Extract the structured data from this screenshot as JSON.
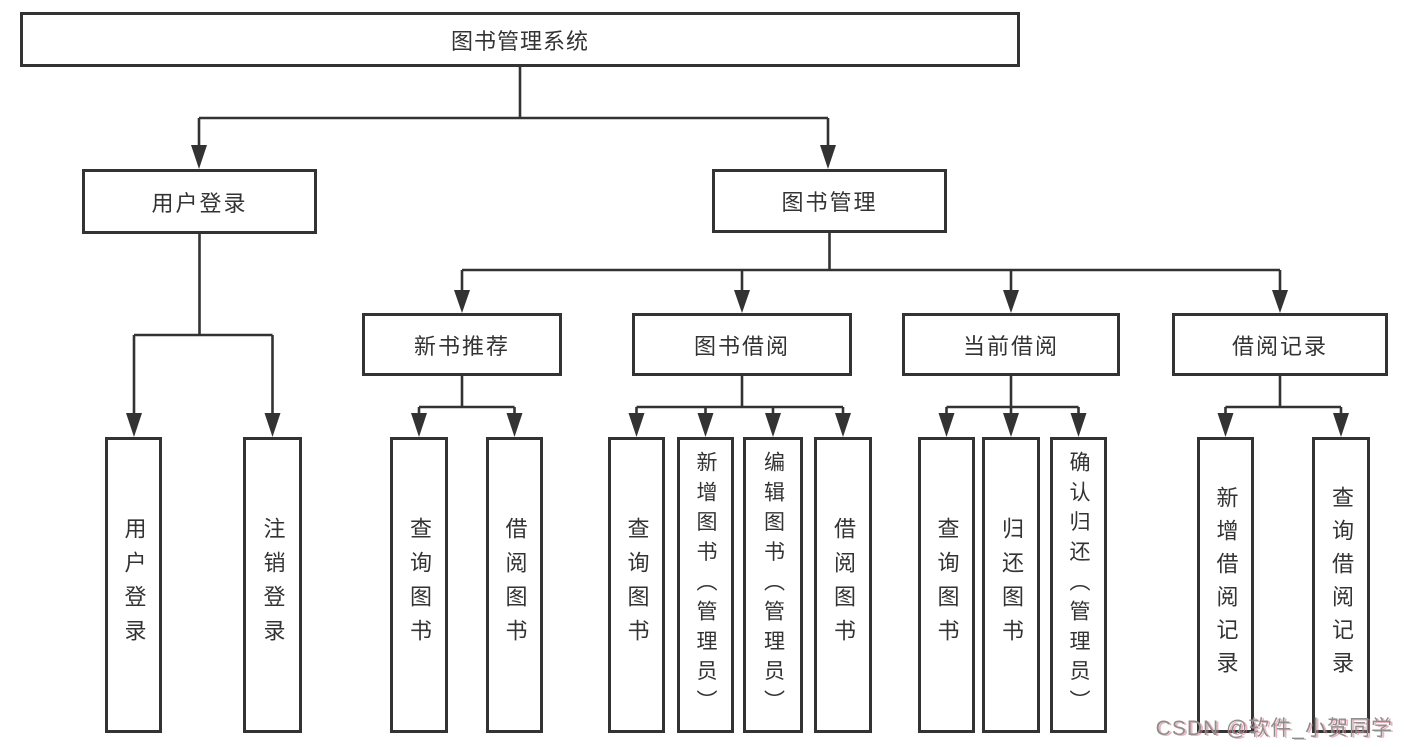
{
  "diagram": {
    "watermark": "CSDN @软件_小贺同学",
    "colors": {
      "line": "#333333",
      "text": "#333333",
      "box_background": "#ffffff",
      "watermark_gray": "#8e8e8e",
      "watermark_shadow_pink": "#de788c"
    },
    "nodes": {
      "root": {
        "label": "图书管理系统"
      },
      "l2": [
        {
          "label": "用户登录"
        },
        {
          "label": "图书管理"
        }
      ],
      "l3": [
        {
          "label": "新书推荐"
        },
        {
          "label": "图书借阅"
        },
        {
          "label": "当前借阅"
        },
        {
          "label": "借阅记录"
        }
      ],
      "leaves": [
        {
          "label": "用户登录"
        },
        {
          "label": "注销登录"
        },
        {
          "label": "查询图书"
        },
        {
          "label": "借阅图书"
        },
        {
          "label": "查询图书"
        },
        {
          "label": "新增图书（管理员）"
        },
        {
          "label": "编辑图书（管理员）"
        },
        {
          "label": "借阅图书"
        },
        {
          "label": "查询图书"
        },
        {
          "label": "归还图书"
        },
        {
          "label": "确认归还（管理员）"
        },
        {
          "label": "新增借阅记录"
        },
        {
          "label": "查询借阅记录"
        }
      ]
    }
  }
}
